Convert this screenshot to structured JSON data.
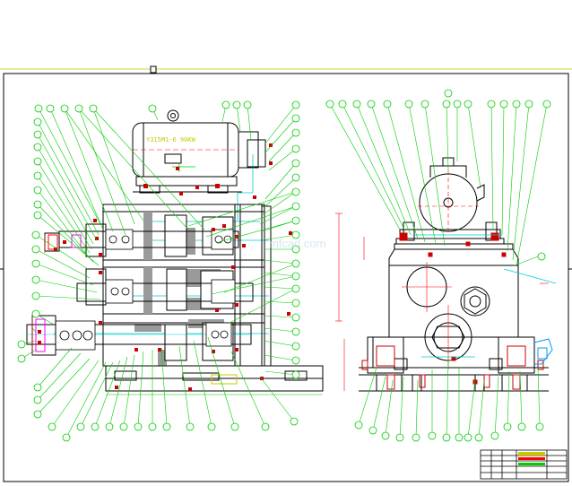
{
  "drawing": {
    "motor_label": "Y315M1-6  90KW",
    "watermark": "mfcad.com",
    "title_block": {
      "rows": [
        "",
        "",
        "",
        "",
        ""
      ]
    }
  },
  "colors": {
    "background": "#ffffff",
    "outline": "#000000",
    "leader": "#00cc00",
    "balloon": "#00cc00",
    "dimension": "#ff0000",
    "centerline": "#00cccc",
    "hatch": "#7f7f7f",
    "fasteners": "#cc0000",
    "accent": "#ff00ff",
    "flange": "#0099ff"
  },
  "views": [
    {
      "name": "front-section-view"
    },
    {
      "name": "side-view"
    }
  ]
}
